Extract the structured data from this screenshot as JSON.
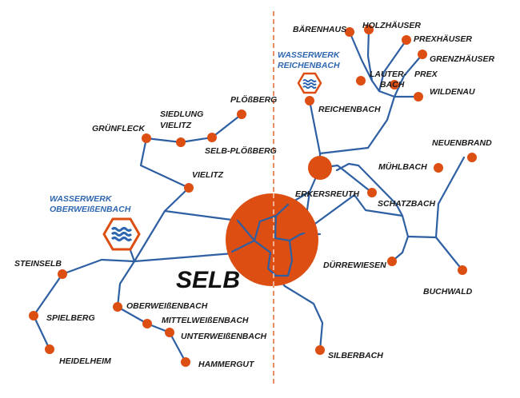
{
  "city": "SELB",
  "waterworks": [
    {
      "id": "reichenbach",
      "line1": "WASSERWERK",
      "line2": "REICHENBACH"
    },
    {
      "id": "oberweissenbach",
      "line1": "WASSERWERK",
      "line2": "OBERWEIßENBACH"
    }
  ],
  "places": {
    "baerenhaus": "BÄRENHAUS",
    "holzhaeuser": "HOLZHÄUSER",
    "prexhaeuser": "PREXHÄUSER",
    "grenzhaeuser": "GRENZHÄUSER",
    "lauterbach_1": "LAUTER-",
    "lauterbach_2": "BACH",
    "prex": "PREX",
    "wildenau": "WILDENAU",
    "reichenbach": "REICHENBACH",
    "neuenbrand": "NEUENBRAND",
    "muehlbach": "MÜHLBACH",
    "erkersreuth": "ERKERSREUTH",
    "schatzbach": "SCHATZBACH",
    "duerrewiesen": "DÜRREWIESEN",
    "buchwald": "BUCHWALD",
    "silberbach": "SILBERBACH",
    "ploessberg": "PLÖßBERG",
    "siedlung_vielitz_1": "SIEDLUNG",
    "siedlung_vielitz_2": "VIELITZ",
    "gruenfleck": "GRÜNFLECK",
    "selb_ploessberg": "SELB-PLÖßBERG",
    "vielitz": "VIELITZ",
    "steinselb": "STEINSELB",
    "spielberg": "SPIELBERG",
    "heidelheim": "HEIDELHEIM",
    "oberweissenbach": "OBERWEIßENBACH",
    "mittelweissenbach": "MITTELWEIßENBACH",
    "unterweissenbach": "UNTERWEIßENBACH",
    "hammergut": "HAMMERGUT"
  },
  "colors": {
    "node": "#dc4e12",
    "pipe": "#2e5fa3",
    "waterworks_text": "#2e67b1",
    "divider": "#dc4e12"
  },
  "icons": {
    "waterworks": "water-waves-hexagon-icon"
  }
}
